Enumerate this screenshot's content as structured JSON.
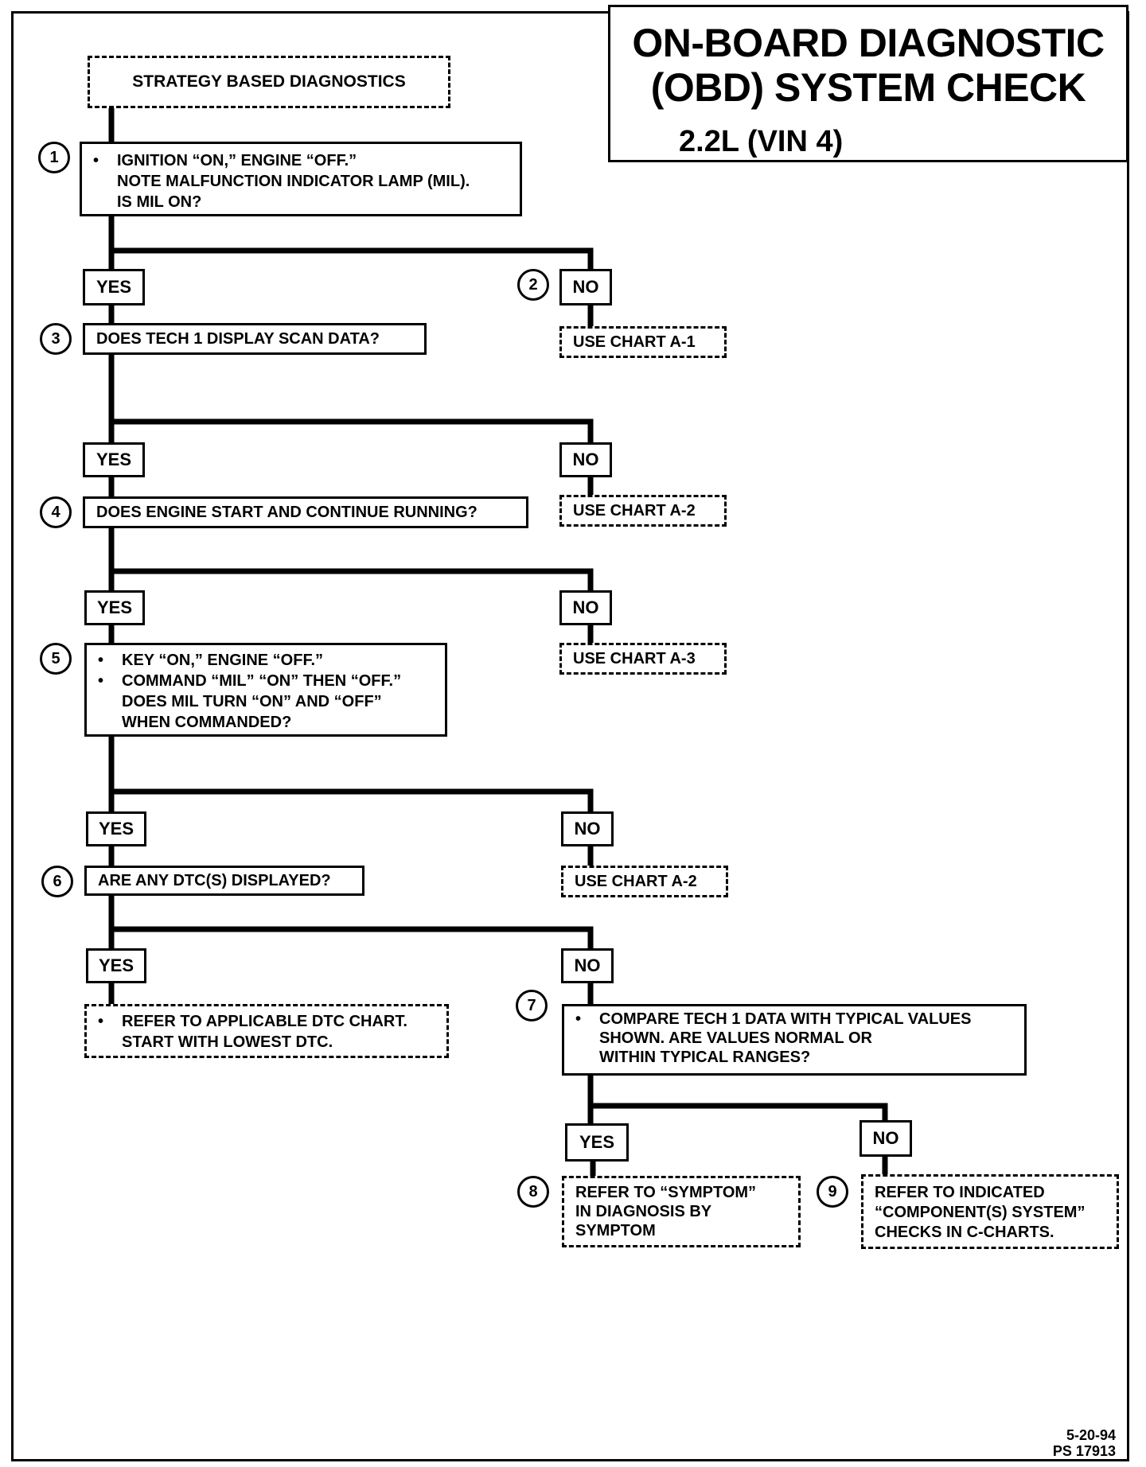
{
  "title": {
    "line1": "ON-BOARD DIAGNOSTIC",
    "line2": "(OBD) SYSTEM CHECK",
    "subtitle": "2.2L  (VIN 4)"
  },
  "start_box": "STRATEGY BASED DIAGNOSTICS",
  "steps": {
    "s1": {
      "num": "1",
      "bullet": "•",
      "line1": "IGNITION “ON,” ENGINE  “OFF.”",
      "line2": "NOTE MALFUNCTION INDICATOR LAMP (MIL).",
      "line3": "IS MIL ON?"
    },
    "s2": {
      "num": "2"
    },
    "s3": {
      "num": "3",
      "text": "DOES TECH 1 DISPLAY SCAN DATA?"
    },
    "s4": {
      "num": "4",
      "text": "DOES ENGINE START AND CONTINUE RUNNING?"
    },
    "s5": {
      "num": "5",
      "line1": "KEY “ON,” ENGINE “OFF.”",
      "line2": "COMMAND “MIL” “ON” THEN “OFF.”",
      "line3": "DOES MIL TURN “ON” AND “OFF”",
      "line4": "WHEN COMMANDED?"
    },
    "s6": {
      "num": "6",
      "text": "ARE ANY DTC(s) DISPLAYED?"
    },
    "s7": {
      "num": "7",
      "line1": "COMPARE TECH 1 DATA WITH TYPICAL VALUES",
      "line2": "SHOWN.  ARE VALUES  NORMAL OR",
      "line3": "WITHIN TYPICAL RANGES?"
    },
    "s8": {
      "num": "8",
      "line1": "REFER TO “SYMPTOM”",
      "line2": "IN DIAGNOSIS BY",
      "line3": "SYMPTOM"
    },
    "s9": {
      "num": "9",
      "line1": "REFER TO INDICATED",
      "line2": "“COMPONENT(S) SYSTEM”",
      "line3": "CHECKS IN  C-CHARTS."
    }
  },
  "labels": {
    "yes": "YES",
    "no": "NO"
  },
  "charts": {
    "a1": "USE CHART A-1",
    "a2a": "USE CHART A-2",
    "a3": "USE CHART A-3",
    "a2b": "USE CHART A-2"
  },
  "dtc_box": {
    "line1": "REFER TO APPLICABLE DTC CHART.",
    "line2": "START WITH LOWEST DTC."
  },
  "footer": {
    "date": "5-20-94",
    "code": "PS 17913"
  }
}
